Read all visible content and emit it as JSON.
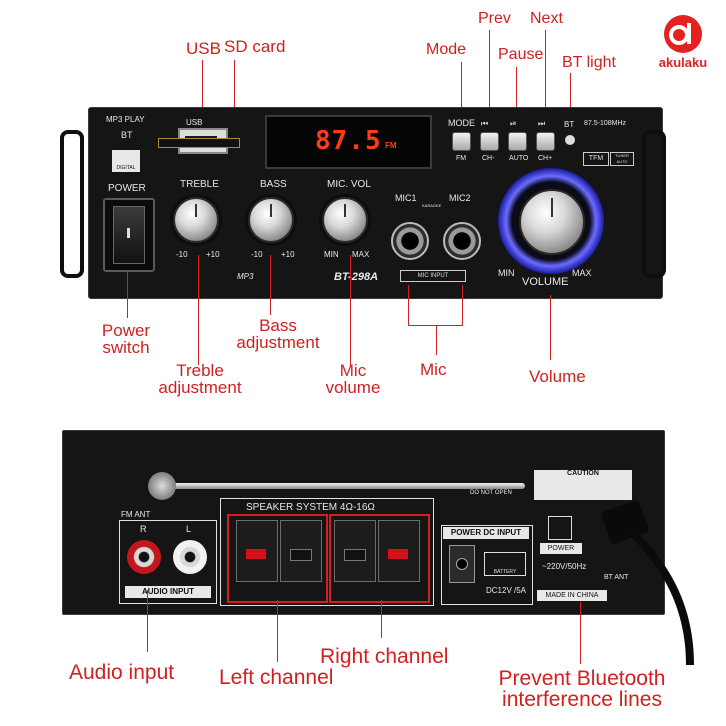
{
  "brand": {
    "name": "akulaku",
    "logo_color": "#e3211f"
  },
  "colors": {
    "callout": "#d21f1f",
    "panel": "#151515",
    "display": "#ff3b1a",
    "ring": "#6b6bff"
  },
  "top_callouts": {
    "usb": "USB",
    "sd_card": "SD card",
    "mode": "Mode",
    "prev": "Prev",
    "pause": "Pause",
    "next": "Next",
    "bt_light": "BT light",
    "power_switch": [
      "Power",
      "switch"
    ],
    "treble": [
      "Treble",
      "adjustment"
    ],
    "bass": [
      "Bass",
      "adjustment"
    ],
    "mic_volume": [
      "Mic",
      "volume"
    ],
    "mic": "Mic",
    "volume": "Volume"
  },
  "front_panel": {
    "mp3_play": "MP3 PLAY",
    "bt": "BT",
    "digital": "DIGITAL",
    "usb": "USB",
    "power": "POWER",
    "treble": "TREBLE",
    "bass": "BASS",
    "mic_vol": "MIC. VOL",
    "min": "MIN",
    "max": "MAX",
    "minus10": "-10",
    "plus10": "+10",
    "display": "87.5",
    "fm": "FM",
    "mode": "MODE",
    "fm_label": "FM",
    "ch_minus": "CH-",
    "auto": "AUTO",
    "ch_plus": "CH+",
    "bt_label": "BT",
    "freq": "87.5-108MHz",
    "tfm": "TFM",
    "tuner_auto": "TUNER AUTO",
    "mic1": "MIC1",
    "mic2": "MIC2",
    "karaoke": "KARAOKE",
    "mic_input": "MIC INPUT",
    "volume": "VOLUME",
    "vol_min": "MIN",
    "vol_max": "MAX",
    "mp3": "MP3",
    "model": "BT-298A"
  },
  "back_panel": {
    "fm_ant": "FM ANT",
    "r": "R",
    "l": "L",
    "audio_input": "AUDIO INPUT",
    "speaker_system": "SPEAKER SYSTEM 4Ω-16Ω",
    "power_dc_input": "POWER DC INPUT",
    "battery": "BATTERY",
    "dc": "DC12V /5A",
    "caution": "CAUTION",
    "do_not_open": "DO NOT OPEN",
    "power": "POWER",
    "ac": "~220V/50Hz",
    "made_in_china": "MADE IN CHINA",
    "bt_ant": "BT ANT"
  },
  "bottom_callouts": {
    "audio_input": "Audio input",
    "left_channel": "Left channel",
    "right_channel": "Right channel",
    "prevent": [
      "Prevent Bluetooth",
      "interference lines"
    ]
  }
}
